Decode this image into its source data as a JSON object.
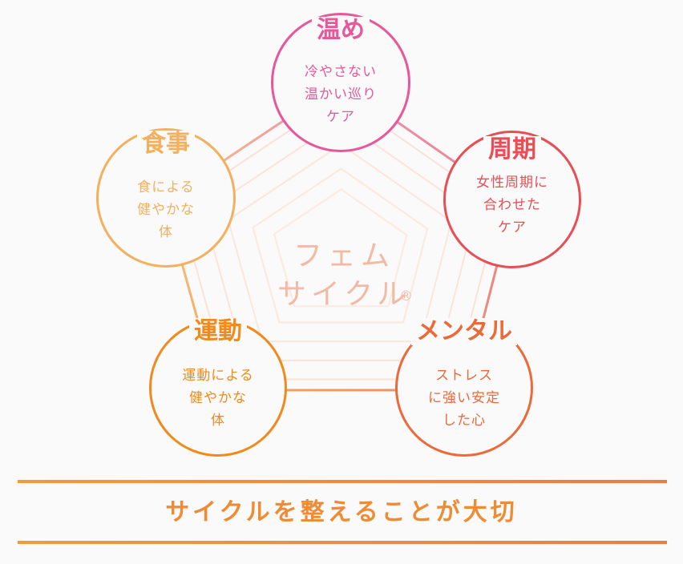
{
  "center": {
    "line1": "フェム",
    "line2": "サイクル",
    "mark": "®"
  },
  "nodes": {
    "warmth": {
      "title": "温め",
      "text": "冷やさない\n温かい巡り\nケア",
      "color": "#e8579a"
    },
    "cycle": {
      "title": "周期",
      "text": "女性周期に\n合わせた\nケア",
      "color": "#e84e55"
    },
    "mental": {
      "title": "メンタル",
      "text": "ストレス\nに強い安定\nした心",
      "color": "#ea6a3a"
    },
    "exercise": {
      "title": "運動",
      "text": "運動による\n健やかな\n体",
      "color": "#f18a1c"
    },
    "diet": {
      "title": "食事",
      "text": "食による\n健やかな\n体",
      "color": "#f3b05e"
    }
  },
  "footer": {
    "text": "サイクルを整えることが大切",
    "bar_color": "#f08a3c"
  }
}
